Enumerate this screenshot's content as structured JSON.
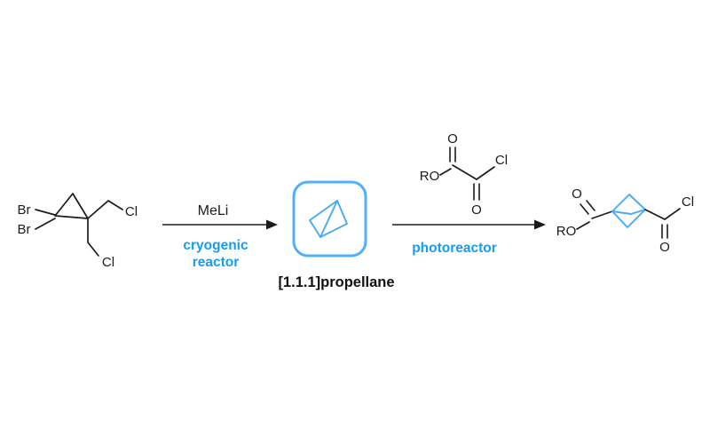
{
  "colors": {
    "accent_blue_structure": "#46abf2",
    "accent_blue_box": "#4fb0f5",
    "accent_blue_text": "#189cf0",
    "ink": "#1b1b1b",
    "background": "#ffffff"
  },
  "reactant": {
    "br_top": "Br",
    "br_bottom": "Br",
    "cl_top": "Cl",
    "cl_bottom": "Cl"
  },
  "step1": {
    "reagent": "MeLi",
    "condition_line1": "cryogenic",
    "condition_line2": "reactor"
  },
  "intermediate": {
    "caption": "[1.1.1]propellane"
  },
  "step2": {
    "reagent_o_top": "O",
    "reagent_ro": "RO",
    "reagent_cl": "Cl",
    "reagent_o_bottom": "O",
    "condition": "photoreactor"
  },
  "product": {
    "o_left": "O",
    "ro": "RO",
    "o_right": "O",
    "cl": "Cl"
  }
}
